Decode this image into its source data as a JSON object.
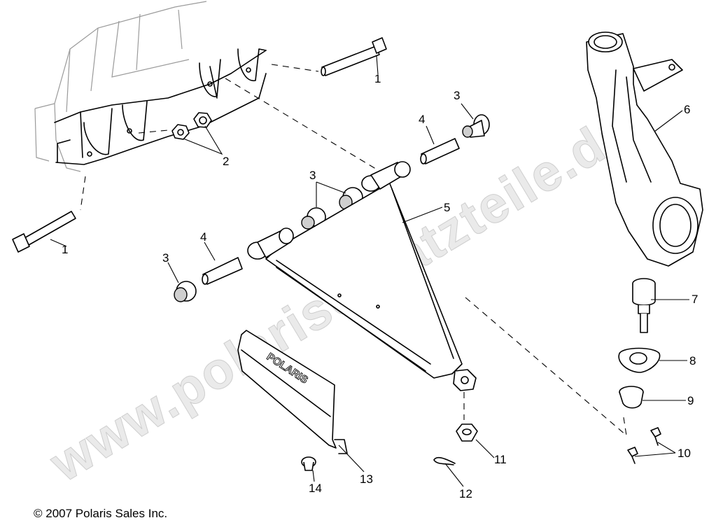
{
  "watermark": "www.polarisersatzteile.de",
  "copyright": "© 2007 Polaris Sales Inc.",
  "guard_logo": "POLARIS",
  "callouts": {
    "c1a": "1",
    "c1b": "1",
    "c2": "2",
    "c3a": "3",
    "c3b": "3",
    "c3c": "3",
    "c4a": "4",
    "c4b": "4",
    "c5": "5",
    "c6": "6",
    "c7": "7",
    "c8": "8",
    "c9": "9",
    "c10": "10",
    "c11": "11",
    "c12": "12",
    "c13": "13",
    "c14": "14"
  }
}
